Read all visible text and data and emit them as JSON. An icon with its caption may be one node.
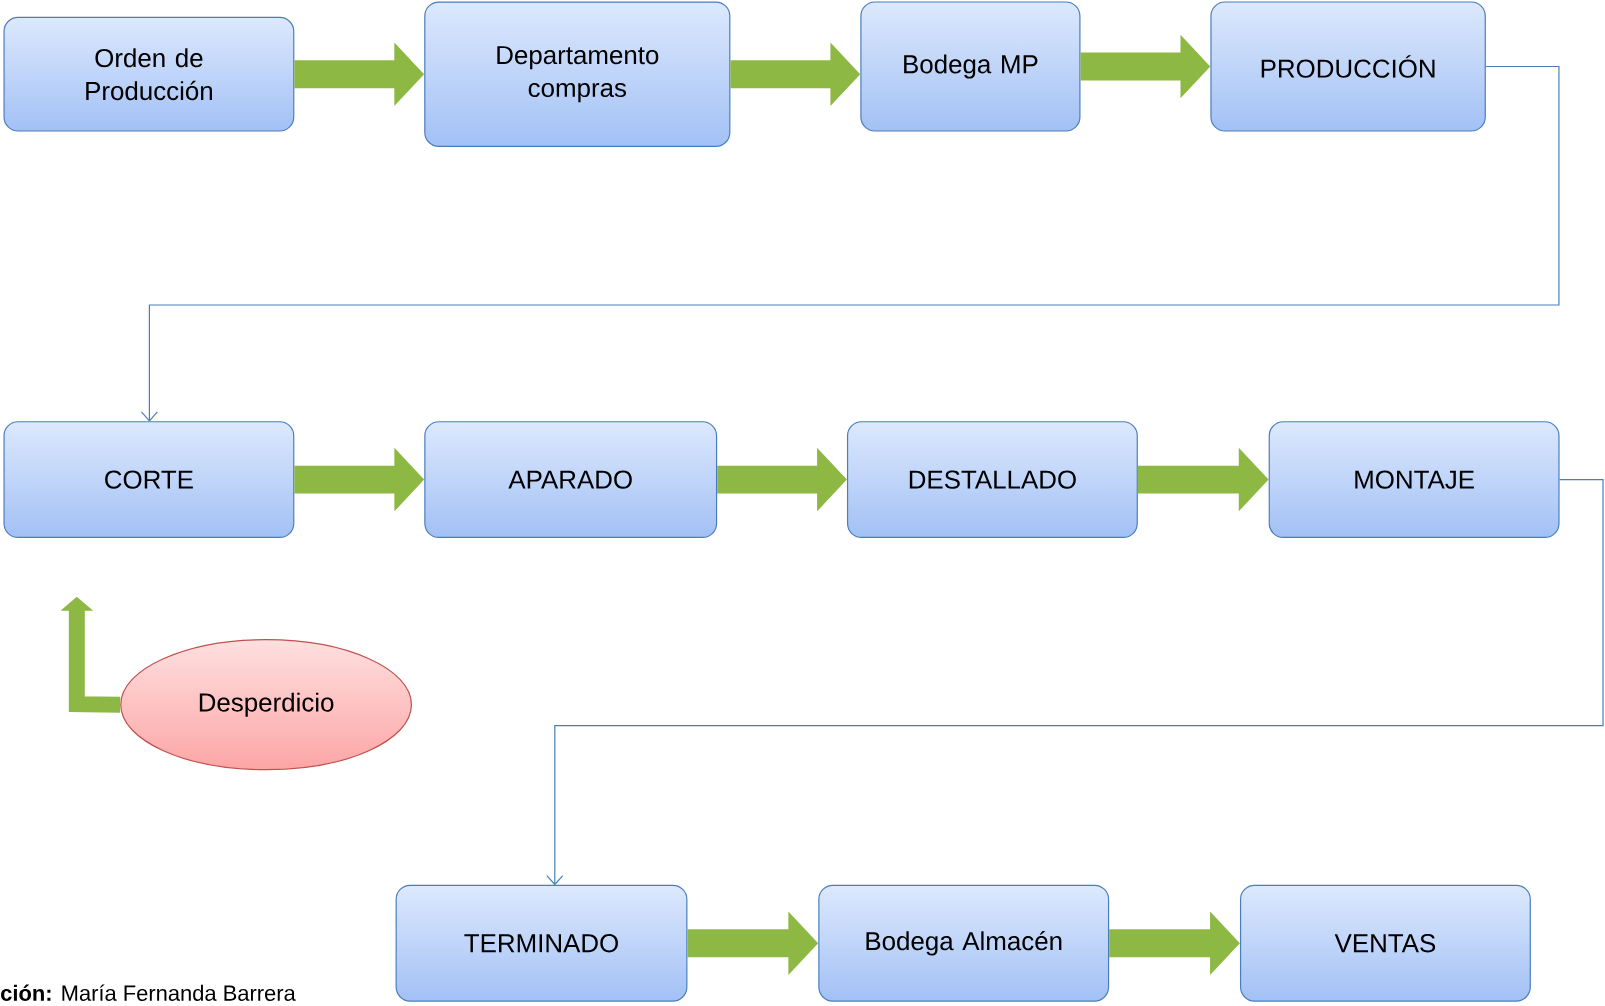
{
  "diagram": {
    "nodes": [
      {
        "text": [
          "Orden de Producción"
        ]
      },
      {
        "text": [
          "Departamento compras"
        ]
      },
      {
        "text": [
          "Bodega MP"
        ]
      },
      {
        "text": [
          "PRODUCCIÓN"
        ]
      },
      {
        "text": [
          "CORTE"
        ]
      },
      {
        "text": [
          "APARADO"
        ]
      },
      {
        "text": [
          "DESTALLADO"
        ]
      },
      {
        "text": [
          "MONTAJE"
        ]
      },
      {
        "text": [
          "TERMINADO"
        ]
      },
      {
        "text": [
          "Bodega Almacén"
        ]
      },
      {
        "text": [
          "VENTAS"
        ]
      },
      {
        "text": [
          "Desperdicio"
        ]
      }
    ],
    "edges": [
      {
        "from": 0,
        "to": 1,
        "arrow": "to"
      },
      {
        "from": 1,
        "to": 2,
        "arrow": "to"
      },
      {
        "from": 2,
        "to": 3,
        "arrow": "to"
      },
      {
        "from": 3,
        "to": 4,
        "arrow": "to",
        "color": "#4a7ebb"
      },
      {
        "from": 4,
        "to": 5,
        "arrow": "to"
      },
      {
        "from": 5,
        "to": 6,
        "arrow": "to"
      },
      {
        "from": 6,
        "to": 7,
        "arrow": "to"
      },
      {
        "from": 7,
        "to": 8,
        "arrow": "to",
        "color": "#4a7ebb"
      },
      {
        "from": 8,
        "to": 9,
        "arrow": "to"
      },
      {
        "from": 9,
        "to": 10,
        "arrow": "to"
      },
      {
        "from": 11,
        "to": null,
        "arrow": "to"
      }
    ],
    "labels": [
      "**ción:** María Fernanda Barrera"
    ]
  }
}
